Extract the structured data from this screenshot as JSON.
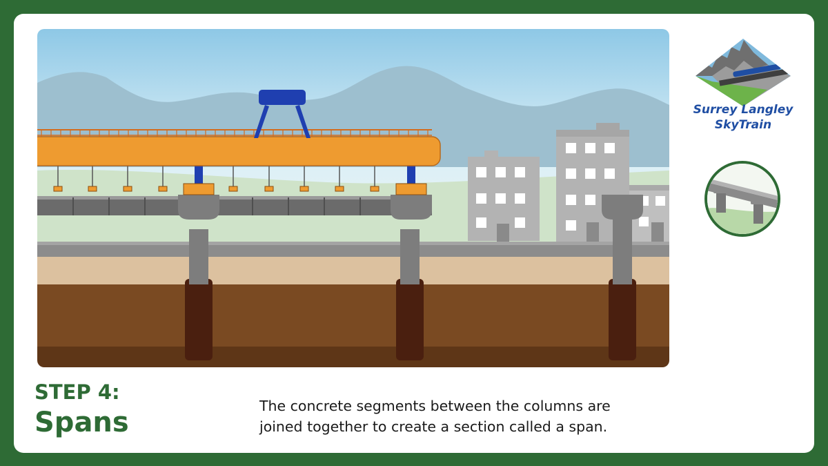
{
  "brand": {
    "name_line1": "Surrey Langley",
    "name_line2": "SkyTrain"
  },
  "step": {
    "label": "STEP 4:",
    "title": "Spans"
  },
  "description": {
    "line1": "The concrete segments between the columns are",
    "line2": "joined together to create a section called a span."
  },
  "colors": {
    "frame_green": "#2e6b35",
    "gantry_orange": "#ee9b30",
    "gantry_blue": "#1f3fb0",
    "concrete_gray": "#7d7d7d",
    "soil_brown": "#7a4a22",
    "brand_blue": "#1f4ea3"
  },
  "icons": {
    "logo": "surrey-langley-skytrain-logo-icon",
    "thumbnail": "guideway-span-icon"
  }
}
